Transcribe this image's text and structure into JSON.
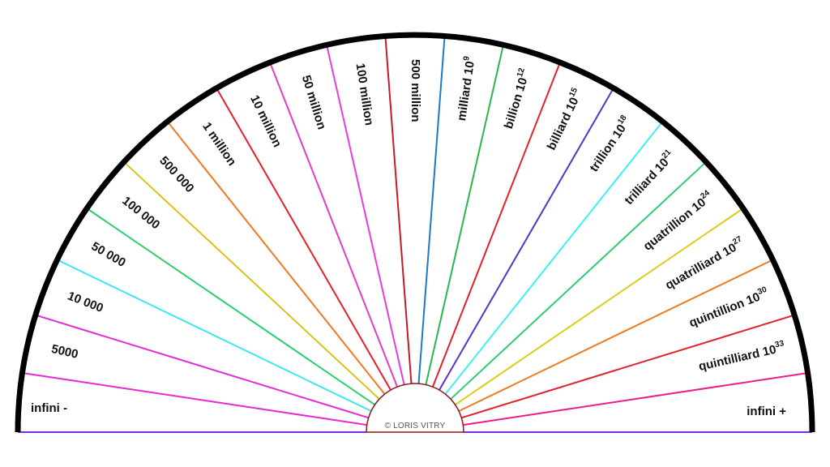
{
  "diagram": {
    "sectors": [
      {
        "label": "5000",
        "sup": ""
      },
      {
        "label": "10 000",
        "sup": ""
      },
      {
        "label": "50 000",
        "sup": ""
      },
      {
        "label": "100 000",
        "sup": ""
      },
      {
        "label": "500 000",
        "sup": ""
      },
      {
        "label": "1 million",
        "sup": ""
      },
      {
        "label": "10 million",
        "sup": ""
      },
      {
        "label": "50 million",
        "sup": ""
      },
      {
        "label": "100 million",
        "sup": ""
      },
      {
        "label": "500 million",
        "sup": ""
      },
      {
        "label": "milliard 10",
        "sup": "9"
      },
      {
        "label": "billion 10",
        "sup": "12"
      },
      {
        "label": "billiard 10",
        "sup": "15"
      },
      {
        "label": "trillion 10",
        "sup": "18"
      },
      {
        "label": "trilliard 10",
        "sup": "21"
      },
      {
        "label": "quatrillion 10",
        "sup": "24"
      },
      {
        "label": "quatrilliard 10",
        "sup": "27"
      },
      {
        "label": "quintillion 10",
        "sup": "30"
      },
      {
        "label": "quintilliard 10",
        "sup": "33"
      }
    ],
    "left_end_label": "infini -",
    "right_end_label": "infini +",
    "credit": "© LORIS VITRY",
    "divider_colors": [
      "#7b2be0",
      "#e62ad4",
      "#e62ad4",
      "#3fe6ef",
      "#2ecc71",
      "#d9c21a",
      "#f07a1e",
      "#e2222a",
      "#e63cbf",
      "#e63ce0",
      "#c8192a",
      "#1f78c8",
      "#27b84b",
      "#e2222a",
      "#5533c9",
      "#3ff0f0",
      "#2ecc71",
      "#dccc1a",
      "#f07a1e",
      "#e2222a",
      "#e91e8c"
    ],
    "outline_color": "#000000"
  }
}
